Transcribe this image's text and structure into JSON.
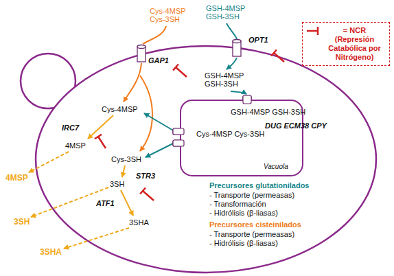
{
  "diagram": {
    "nodes": [
      {
        "text": [
          "GSH-4MSP GSH-3SH",
          "Cys-4MSP Cys-3SH",
          "DUG ECM38 CPY",
          "Vacuola"
        ]
      }
    ],
    "labels": [
      "Cys-4MSP Cys-3SH",
      "GSH-4MSP GSH-3SH",
      "GAP1",
      "OPT1",
      "GSH-4MSP GSH-3SH",
      "Cys-4MSP",
      "IRC7",
      "4MSP",
      "Cys-3SH",
      "STR3",
      "3SH",
      "ATF1",
      "3SHA",
      "4MSP",
      "3SH",
      "3SHA",
      "Precursores glutationilados",
      "- Transporte (permeasas)",
      "- Transformación",
      "- Hidrólisis (β-liasas)",
      "Precursores cisteinilados",
      "- Transporte (permeasas)",
      "- Hidrólisis (β-liasas)"
    ],
    "legend": [
      {
        "text": "= NCR (Represión Catabólica por Nitrógeno)"
      }
    ]
  }
}
